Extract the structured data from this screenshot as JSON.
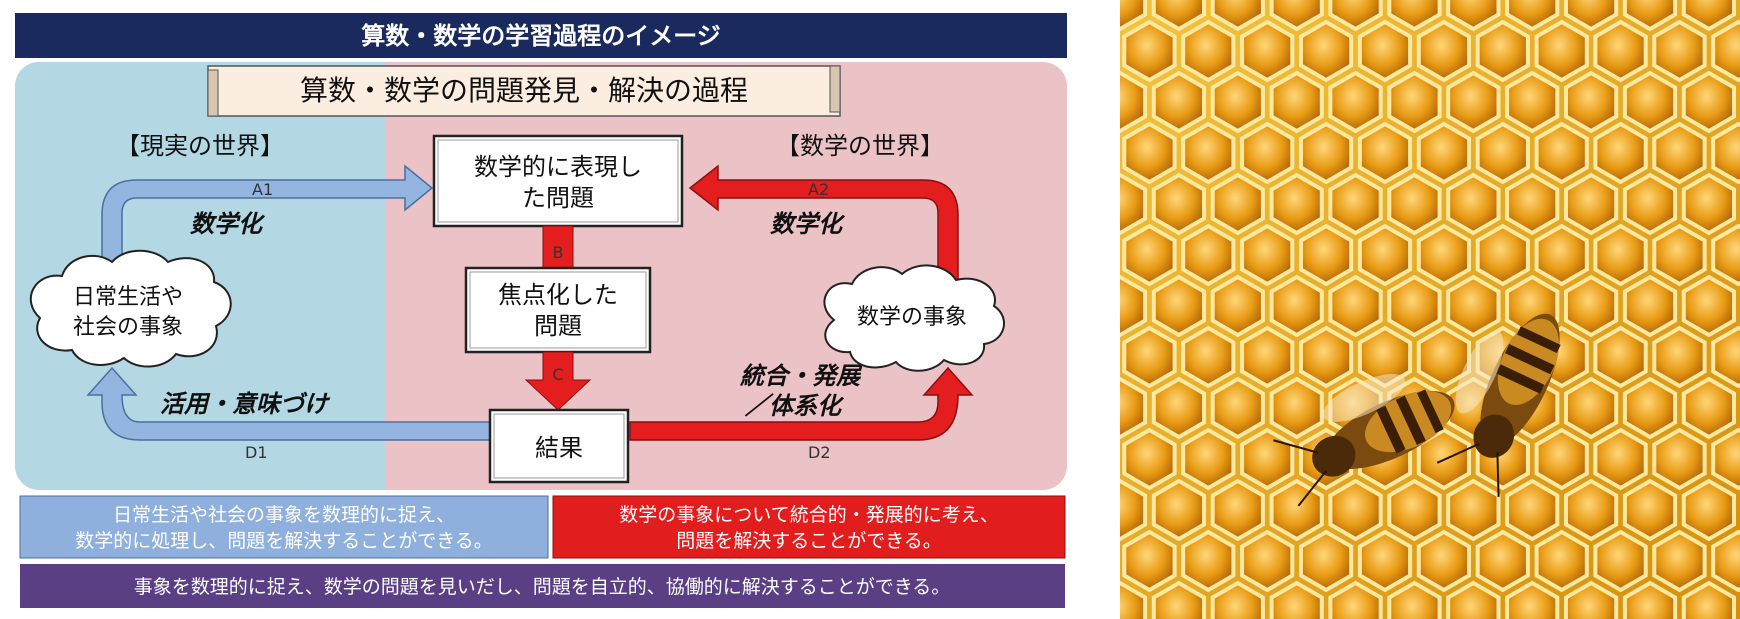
{
  "header": {
    "title": "算数・数学の学習過程のイメージ",
    "bg_color": "#1a2a5e"
  },
  "process_title": "算数・数学の問題発見・解決の過程",
  "real_world": {
    "label": "【現実の世界】",
    "bg_color": "#b3d7e3"
  },
  "math_world": {
    "label": "【数学の世界】",
    "bg_color": "#ebc3c6"
  },
  "boxes": {
    "math_problem": [
      "数学的に表現し",
      "た問題"
    ],
    "focused_problem": [
      "焦点化した",
      "問題"
    ],
    "result": "結果"
  },
  "clouds": {
    "daily": [
      "日常生活や",
      "社会の事象"
    ],
    "math_event": "数学の事象"
  },
  "arrows": {
    "a1": "A1",
    "a2": "A2",
    "b": "B",
    "c": "C",
    "d1": "D1",
    "d2": "D2",
    "blue_color": "#93b5e0",
    "red_color": "#e41e1e"
  },
  "labels": {
    "mathematize_left": "数学化",
    "mathematize_right": "数学化",
    "apply": "活用・意味づけ",
    "integrate": [
      "統合・発展",
      "／体系化"
    ]
  },
  "summary": {
    "left": [
      "日常生活や社会の事象を数理的に捉え、",
      "数学的に処理し、問題を解決することができる。"
    ],
    "right": [
      "数学の事象について統合的・発展的に考え、",
      "問題を解決することができる。"
    ],
    "bottom": "事象を数理的に捉え、数学の問題を見いだし、問題を自立的、協働的に解決することができる。",
    "left_color": "#8fb0dc",
    "right_color": "#e21d1d",
    "bottom_color": "#5b3f84"
  },
  "photo": {
    "description_icon": "honeycomb-with-bees-image",
    "honey_color": "#e59a12"
  }
}
